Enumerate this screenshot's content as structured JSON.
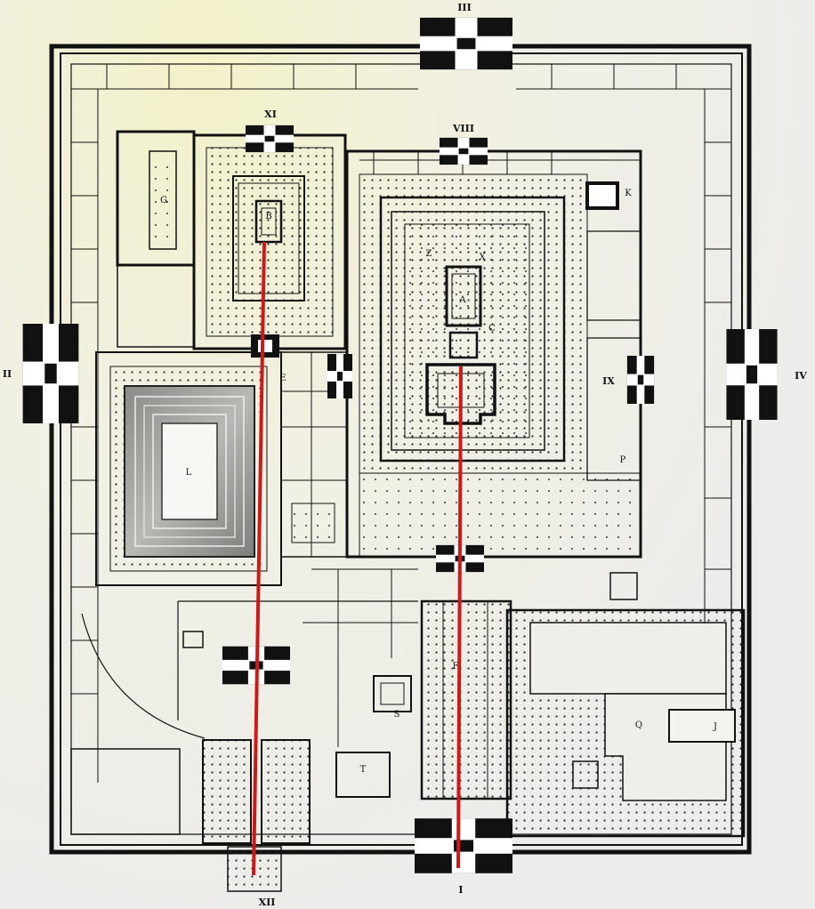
{
  "plan": {
    "gates": {
      "g1": "I",
      "g2": "II",
      "g3": "III",
      "g4": "IV",
      "g8": "VIII",
      "g9": "IX",
      "g11": "XI",
      "g12": "XII"
    },
    "letters": {
      "a": "A",
      "b": "B",
      "c": "C",
      "e": "E",
      "f": "F",
      "g": "G",
      "j": "J",
      "k": "K",
      "l": "L",
      "p": "P",
      "q": "Q",
      "s": "S",
      "t": "T",
      "x": "X",
      "z": "Z"
    },
    "colors": {
      "ink": "#111111",
      "axis": "#cc1a1a",
      "paper": "#efefe8"
    }
  }
}
